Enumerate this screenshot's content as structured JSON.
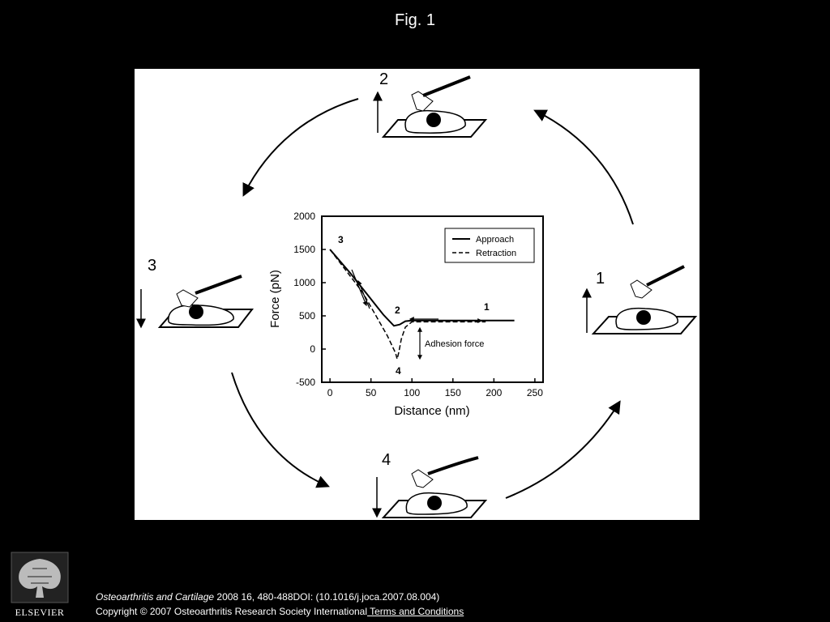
{
  "figure_title": "Fig. 1",
  "steps": {
    "s1": "1",
    "s2": "2",
    "s3": "3",
    "s4": "4"
  },
  "chart_data": {
    "type": "line",
    "xlabel": "Distance (nm)",
    "ylabel": "Force (pN)",
    "xlim": [
      -10,
      260
    ],
    "ylim": [
      -500,
      2000
    ],
    "xticks": [
      0,
      50,
      100,
      150,
      200,
      250
    ],
    "yticks": [
      -500,
      0,
      500,
      1000,
      1500,
      2000
    ],
    "legend_position": "top-right",
    "series": [
      {
        "name": "Approach",
        "style": "solid",
        "x": [
          225,
          150,
          100,
          92,
          85,
          78,
          65,
          45,
          25,
          0
        ],
        "y": [
          430,
          430,
          430,
          420,
          370,
          350,
          520,
          830,
          1140,
          1500
        ]
      },
      {
        "name": "Retraction",
        "style": "dashed",
        "x": [
          0,
          40,
          70,
          80,
          82,
          84,
          87,
          92,
          100,
          150,
          190
        ],
        "y": [
          1500,
          850,
          200,
          -60,
          -150,
          -50,
          150,
          330,
          410,
          410,
          410
        ]
      }
    ],
    "annotations": {
      "pt3": "3",
      "pt2": "2",
      "pt1": "1",
      "pt4": "4",
      "adhesion": "Adhesion force"
    }
  },
  "citation": {
    "journal": "Osteoarthritis and Cartilage",
    "ref": " 2008 16, 480-488DOI: (10.1016/j.joca.2007.08.004)",
    "copyright": "Copyright © 2007 Osteoarthritis Research Society International",
    "terms_link": " Terms and Conditions"
  },
  "publisher_logo": "ELSEVIER"
}
